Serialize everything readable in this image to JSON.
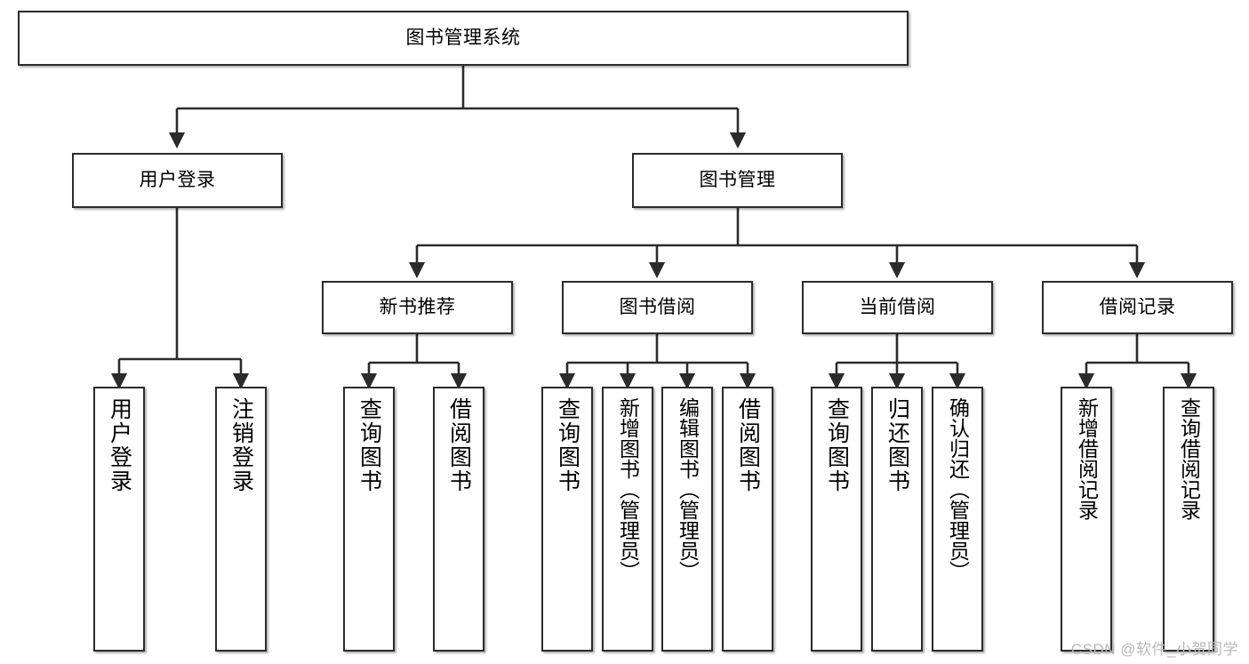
{
  "diagram": {
    "title": "图书管理系统",
    "type": "tree-hierarchy",
    "orientation": "top-down",
    "colors": {
      "stroke": "#2b2b2b",
      "fill": "#ffffff",
      "text": "#000000",
      "watermark": "#b9b9b9"
    },
    "levels": {
      "root": {
        "label": "图书管理系统"
      },
      "level2": [
        {
          "id": "user-login",
          "label": "用户登录"
        },
        {
          "id": "book-management",
          "label": "图书管理"
        }
      ],
      "level3": [
        {
          "id": "new-book-recommend",
          "label": "新书推荐"
        },
        {
          "id": "book-borrow",
          "label": "图书借阅"
        },
        {
          "id": "current-borrow",
          "label": "当前借阅"
        },
        {
          "id": "borrow-record",
          "label": "借阅记录"
        }
      ],
      "leaves": {
        "user-login": [
          {
            "id": "leaf-user-login",
            "label": "用户登录"
          },
          {
            "id": "leaf-logout-login",
            "label": "注销登录"
          }
        ],
        "new-book-recommend": [
          {
            "id": "leaf-query-book-1",
            "label": "查询图书"
          },
          {
            "id": "leaf-borrow-book-1",
            "label": "借阅图书"
          }
        ],
        "book-borrow": [
          {
            "id": "leaf-query-book-2",
            "label": "查询图书"
          },
          {
            "id": "leaf-add-book",
            "label": "新增图书（管理员）"
          },
          {
            "id": "leaf-edit-book",
            "label": "编辑图书（管理员）"
          },
          {
            "id": "leaf-borrow-book-2",
            "label": "借阅图书"
          }
        ],
        "current-borrow": [
          {
            "id": "leaf-query-book-3",
            "label": "查询图书"
          },
          {
            "id": "leaf-return-book",
            "label": "归还图书"
          },
          {
            "id": "leaf-confirm-return",
            "label": "确认归还（管理员）"
          }
        ],
        "borrow-record": [
          {
            "id": "leaf-add-record",
            "label": "新增借阅记录"
          },
          {
            "id": "leaf-query-record",
            "label": "查询借阅记录"
          }
        ]
      }
    },
    "watermark": "CSDN @软件_小贺同学"
  }
}
